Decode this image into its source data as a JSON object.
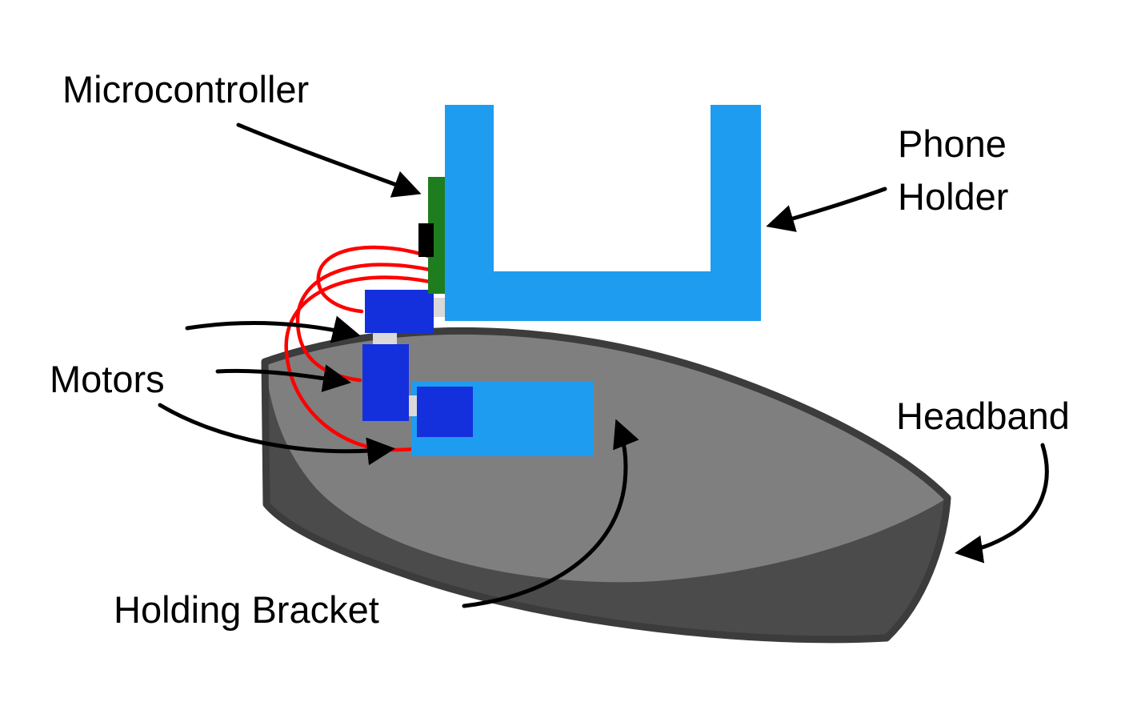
{
  "diagram": {
    "title": "Headband phone-holder device — labeled component diagram",
    "labels": {
      "microcontroller": "Microcontroller",
      "phone_holder_line1": "Phone",
      "phone_holder_line2": "Holder",
      "motors": "Motors",
      "headband": "Headband",
      "holding_bracket": "Holding Bracket"
    },
    "colors": {
      "background": "#FFFFFF",
      "phone_holder_blue": "#1E9CF0",
      "holding_bracket_blue": "#1E9CF0",
      "motor_blue": "#1430DC",
      "microcontroller_green": "#1E7D1F",
      "chip_black": "#000000",
      "wire_red": "#FF0000",
      "headband_gray": "#7F7F7F",
      "headband_dark_gray": "#4B4B4B",
      "headband_outline": "#3C3C3C",
      "connector_gray": "#D9D9D9",
      "label_text": "#000000",
      "arrow_black": "#000000"
    }
  }
}
